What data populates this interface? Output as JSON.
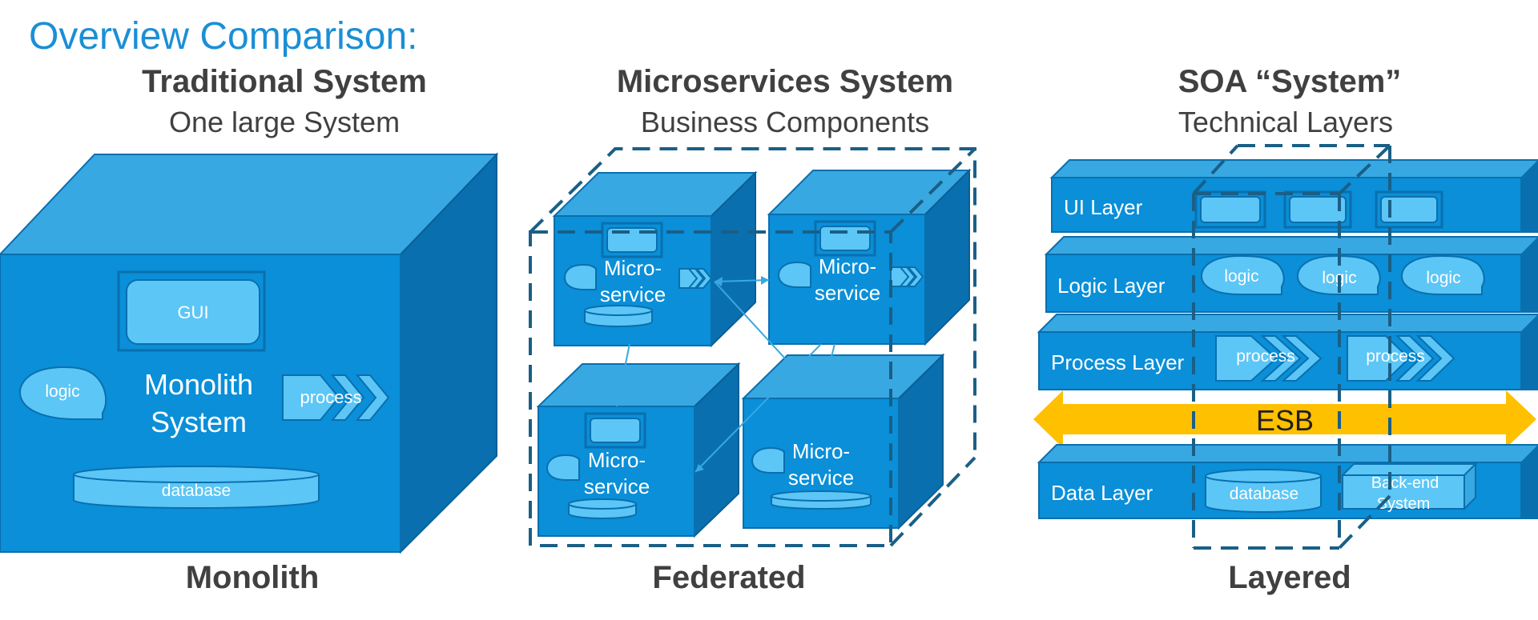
{
  "page_title": "Overview Comparison:",
  "columns": [
    {
      "title": "Traditional System",
      "subtitle": "One large System",
      "footer": "Monolith"
    },
    {
      "title": "Microservices System",
      "subtitle": "Business Components",
      "footer": "Federated"
    },
    {
      "title": "SOA “System”",
      "subtitle": "Technical Layers",
      "footer": "Layered"
    }
  ],
  "monolith": {
    "gui": "GUI",
    "logic": "logic",
    "name_line1": "Monolith",
    "name_line2": "System",
    "process": "process",
    "database": "database"
  },
  "microservices": {
    "label_line1": "Micro-",
    "label_line2": "service"
  },
  "soa": {
    "layers": [
      "UI Layer",
      "Logic Layer",
      "Process Layer",
      "Data Layer"
    ],
    "logic": "logic",
    "process": "process",
    "esb": "ESB",
    "database": "database",
    "backend_line1": "Back-end",
    "backend_line2": "System"
  },
  "colors": {
    "title_blue": "#1a8fd6",
    "box_front": "#0a8fd8",
    "box_top": "#38a8e2",
    "box_side": "#0a6fae",
    "light": "#5cc6f6",
    "dashed": "#1a5f86",
    "esb": "#ffc000",
    "heading_gray": "#404040"
  }
}
